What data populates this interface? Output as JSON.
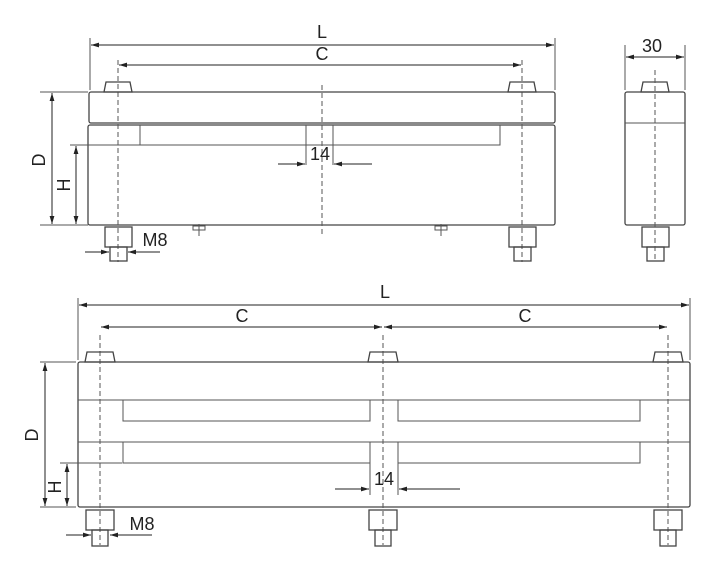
{
  "top_view": {
    "length": "L",
    "center": "C",
    "depth": "D",
    "height": "H",
    "gap": "14",
    "thread": "M8"
  },
  "side_view": {
    "width": "30"
  },
  "bottom_view": {
    "length": "L",
    "center_left": "C",
    "center_right": "C",
    "depth": "D",
    "height": "H",
    "gap": "14",
    "thread": "M8"
  }
}
